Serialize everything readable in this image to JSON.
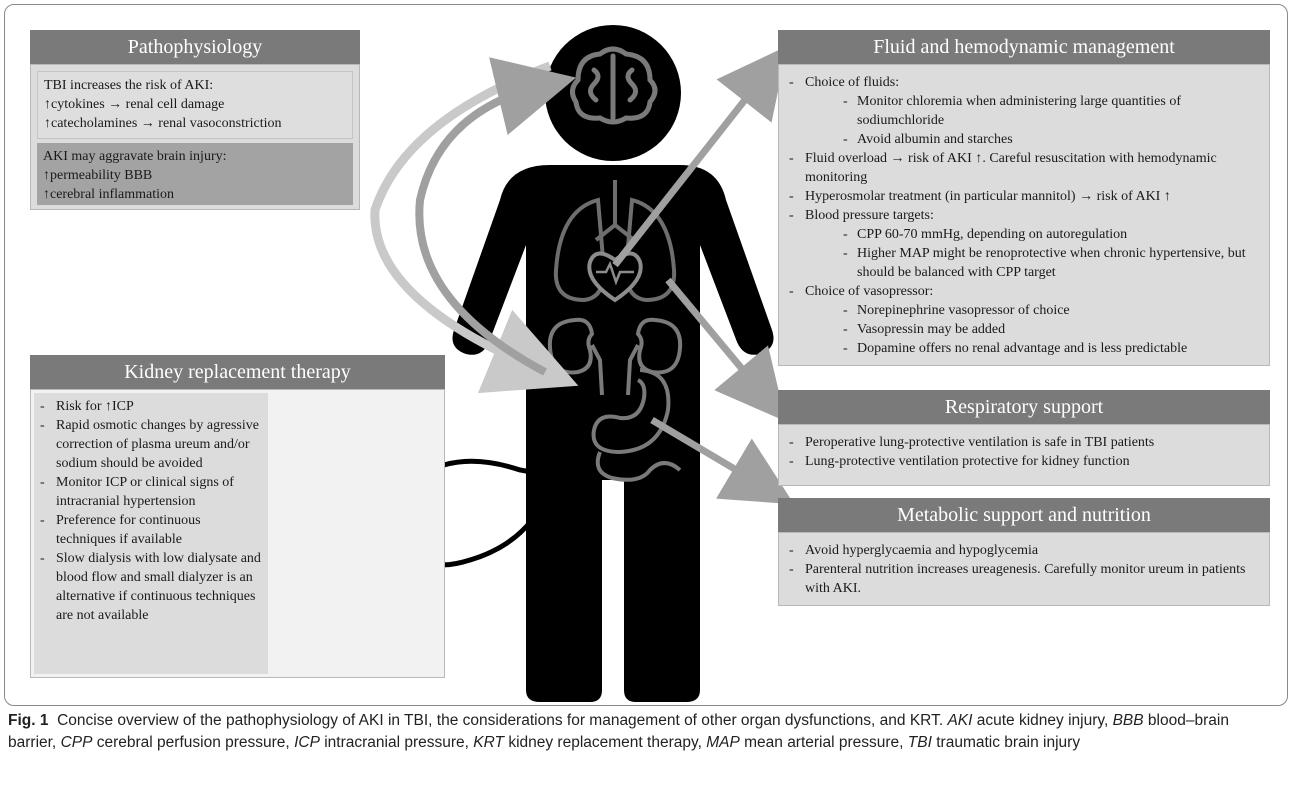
{
  "pathophysiology": {
    "title": "Pathophysiology",
    "box1": [
      "TBI increases the risk of AKI:",
      "↑cytokines → renal cell damage",
      "↑catecholamines → renal vasoconstriction"
    ],
    "box2": [
      "AKI may aggravate brain injury:",
      "↑permeability BBB",
      "↑cerebral inflammation"
    ]
  },
  "fluid": {
    "title": "Fluid and hemodynamic management",
    "items": [
      {
        "text": "Choice of fluids:",
        "sub": [
          "Monitor chloremia when administering large quantities of sodiumchloride",
          "Avoid albumin and starches"
        ]
      },
      {
        "text": "Fluid overload → risk of AKI ↑. Careful resuscitation with hemodynamic monitoring",
        "sub": []
      },
      {
        "text": "Hyperosmolar treatment (in particular mannitol) → risk of AKI ↑",
        "sub": []
      },
      {
        "text": "Blood pressure targets:",
        "sub": [
          "CPP 60-70 mmHg, depending on autoregulation",
          "Higher MAP might be renoprotective when chronic hypertensive, but should be balanced with CPP target"
        ]
      },
      {
        "text": "Choice of vasopressor:",
        "sub": [
          "Norepinephrine vasopressor of choice",
          "Vasopressin may be added",
          "Dopamine offers no renal advantage and is less predictable"
        ]
      }
    ]
  },
  "respiratory": {
    "title": "Respiratory support",
    "items": [
      "Peroperative lung-protective ventilation is safe in TBI patients",
      "Lung-protective ventilation protective for kidney function"
    ]
  },
  "metabolic": {
    "title": "Metabolic support and nutrition",
    "items": [
      "Avoid hyperglycaemia and hypoglycemia",
      "Parenteral nutrition increases ureagenesis. Carefully monitor ureum in patients with AKI."
    ]
  },
  "krt": {
    "title": "Kidney replacement therapy",
    "items": [
      "Risk for ↑ICP",
      "Rapid osmotic changes by agressive correction of plasma ureum and/or sodium should be avoided",
      "Monitor ICP or clinical signs of intracranial hypertension",
      "Preference for continuous techniques if available",
      "Slow dialysis with low dialysate and blood flow and small dialyzer is an alternative if continuous techniques are not available"
    ]
  },
  "caption": {
    "label": "Fig. 1",
    "text": "Concise overview of the pathophysiology of AKI in TBI, the considerations for management of other organ dysfunctions, and KRT.",
    "abbreviations": [
      {
        "abbr": "AKI",
        "def": "acute kidney injury,"
      },
      {
        "abbr": "BBB",
        "def": "blood–brain barrier,"
      },
      {
        "abbr": "CPP",
        "def": "cerebral perfusion pressure,"
      },
      {
        "abbr": "ICP",
        "def": "intracranial pressure,"
      },
      {
        "abbr": "KRT",
        "def": "kidney replacement therapy,"
      },
      {
        "abbr": "MAP",
        "def": "mean arterial pressure,"
      },
      {
        "abbr": "TBI",
        "def": "traumatic brain injury"
      }
    ]
  },
  "colors": {
    "header": "#7a7a7a",
    "panel": "#dcdcdc",
    "dark_box": "#a3a3a3",
    "figure": "#000000",
    "arrow_light": "#c9c9c9",
    "arrow_mid": "#9a9a9a"
  }
}
